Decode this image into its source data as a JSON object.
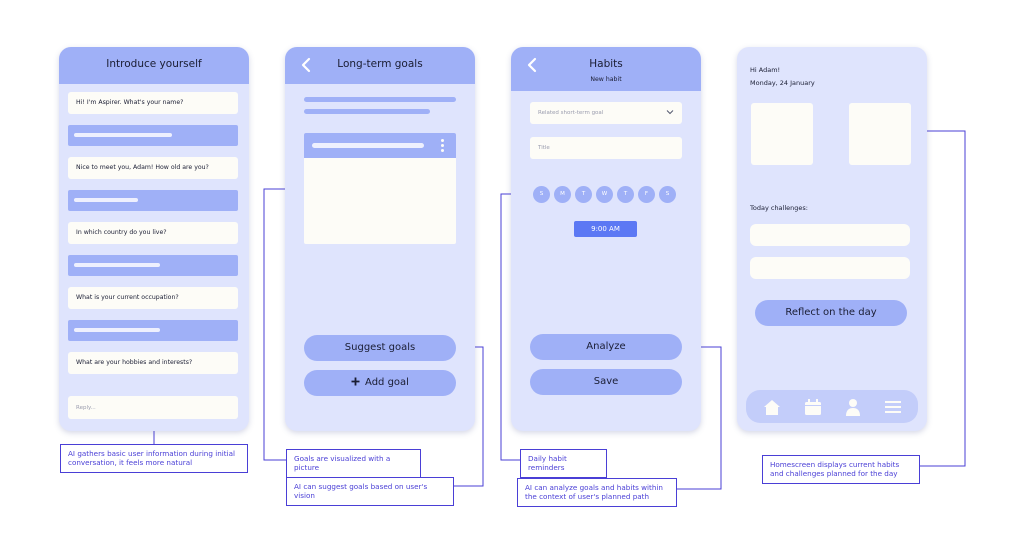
{
  "phone1": {
    "title": "Introduce yourself",
    "messages": [
      "Hi! I'm Aspirer. What's your name?",
      "Nice to meet you, Adam! How old are you?",
      "In which country do you live?",
      "What is your current occupation?",
      "What are your hobbies and interests?"
    ],
    "reply_placeholder": "Reply..."
  },
  "phone2": {
    "title": "Long-term goals",
    "suggest_button": "Suggest goals",
    "add_button": "Add goal",
    "add_icon": "plus-icon"
  },
  "phone3": {
    "title": "Habits",
    "subtitle": "New habit",
    "goal_select_placeholder": "Related short-term goal",
    "title_placeholder": "Title",
    "days": [
      "S",
      "M",
      "T",
      "W",
      "T",
      "F",
      "S"
    ],
    "time": "9:00 AM",
    "analyze_button": "Analyze",
    "save_button": "Save"
  },
  "phone4": {
    "greeting": "Hi Adam!",
    "date": "Monday, 24 January",
    "challenges_label": "Today challenges:",
    "reflect_button": "Reflect on the day",
    "tabs": [
      "home-icon",
      "calendar-icon",
      "profile-icon",
      "menu-icon"
    ]
  },
  "annotations": {
    "a1": "AI gathers basic user information during initial conversation, it feels more natural",
    "a2": "Goals are visualized with a picture",
    "a3": "AI can suggest goals based on user's vision",
    "a4": "Daily habit reminders",
    "a5": "AI can analyze goals and habits within the context of user's planned path",
    "a6": "Homescreen displays current habits and challenges planned for the day"
  },
  "colors": {
    "phone_bg": "#dfe4fd",
    "accent": "#9fb0f7",
    "primary": "#5c78f4",
    "annotation": "#4a3fd6",
    "field_bg": "#fdfcf7"
  }
}
